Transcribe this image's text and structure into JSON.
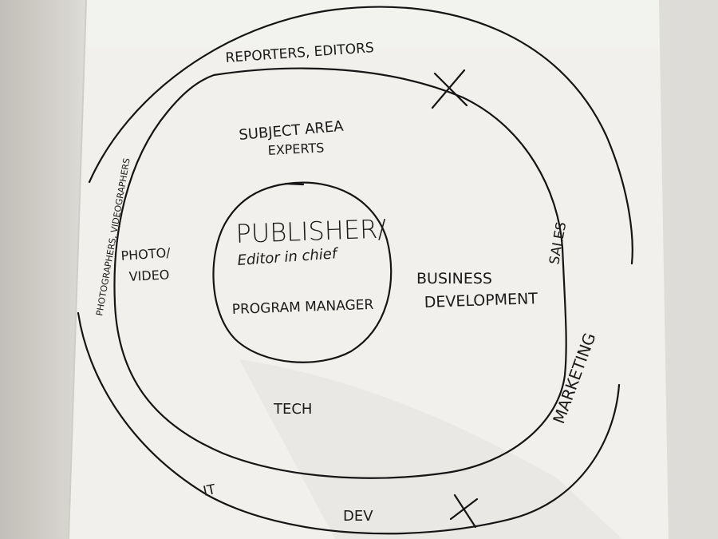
{
  "labels": {
    "outer_top": "REPORTERS, EDITORS",
    "outer_left": "PHOTOGRAPHERS, VIDEOGRAPHERS",
    "outer_right_sales": "SALES",
    "outer_right_marketing": "MARKETING",
    "outer_bottom_it": "IT",
    "outer_bottom_dev": "DEV",
    "middle_top_line1": "SUBJECT AREA",
    "middle_top_line2": "EXPERTS",
    "middle_left_line1": "PHOTO/",
    "middle_left_line2": "VIDEO",
    "middle_right_line1": "BUSINESS",
    "middle_right_line2": "DEVELOPMENT",
    "middle_bottom": "TECH",
    "center_title": "PUBLISHER/",
    "center_subtitle": "Editor in chief",
    "center_bottom": "PROGRAM MANAGER"
  },
  "marks": {
    "cross_top": "X",
    "cross_bottom": "X"
  },
  "colors": {
    "ink": "#151515",
    "paper": "#f2f1ee"
  }
}
